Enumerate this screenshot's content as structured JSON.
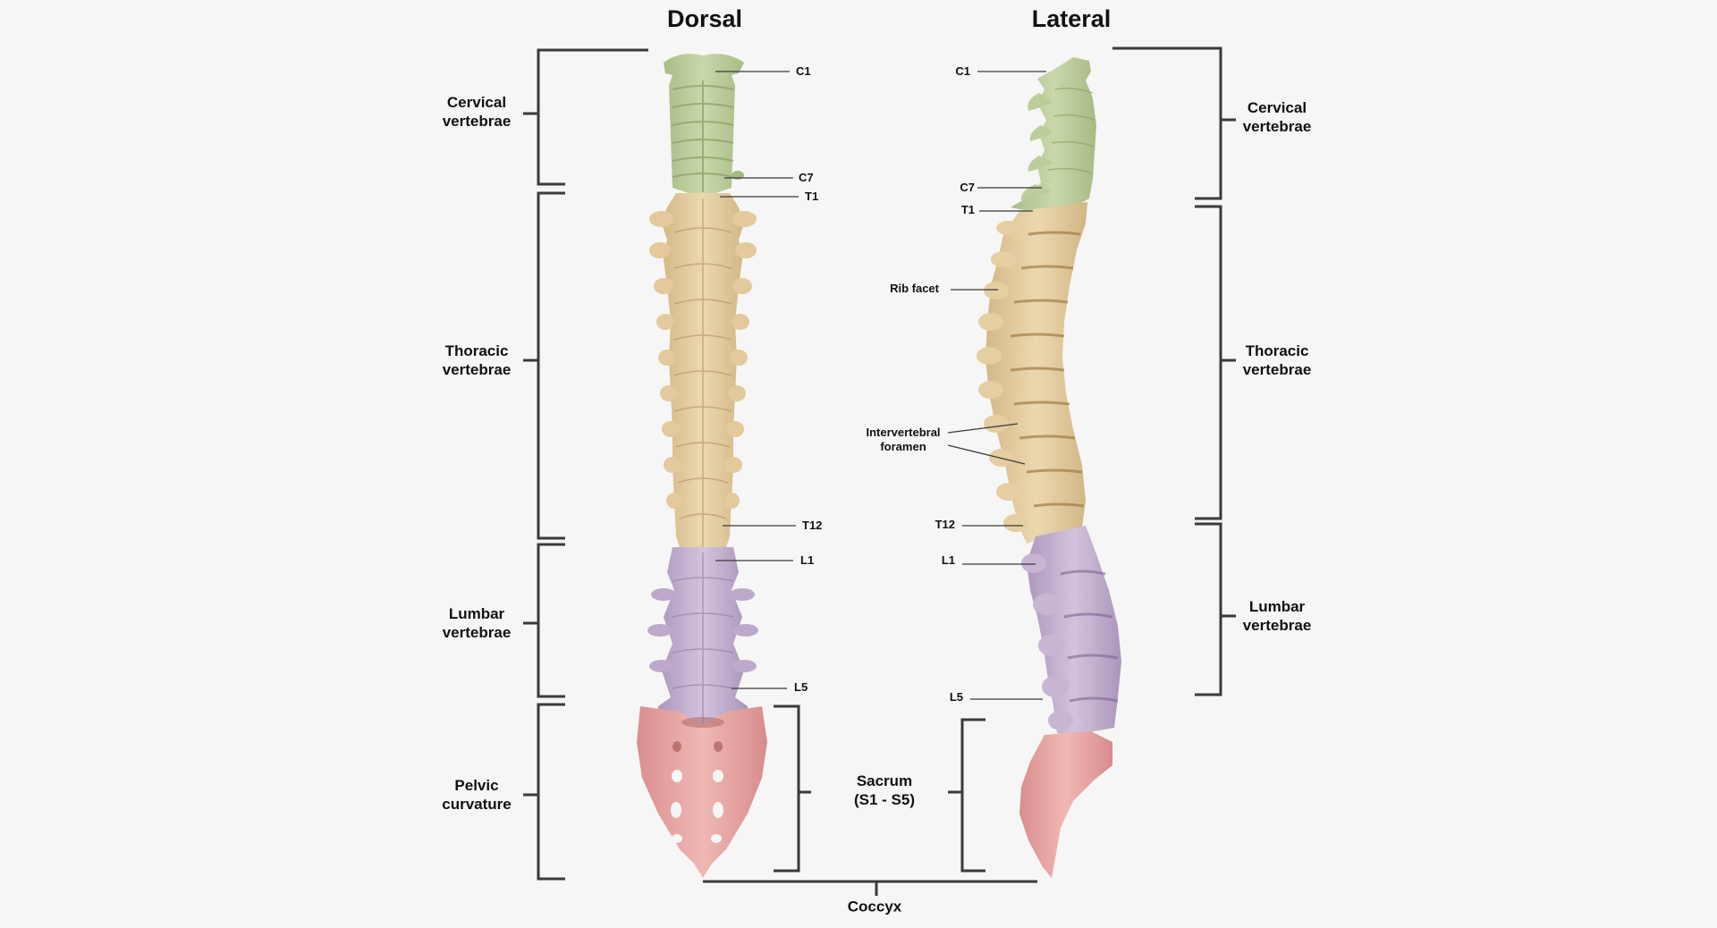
{
  "titles": {
    "dorsal": "Dorsal",
    "lateral": "Lateral"
  },
  "left_groups": [
    {
      "label_line1": "Cervical",
      "label_line2": "vertebrae"
    },
    {
      "label_line1": "Thoracic",
      "label_line2": "vertebrae"
    },
    {
      "label_line1": "Lumbar",
      "label_line2": "vertebrae"
    },
    {
      "label_line1": "Pelvic",
      "label_line2": "curvature"
    }
  ],
  "right_groups": [
    {
      "label_line1": "Cervical",
      "label_line2": "vertebrae"
    },
    {
      "label_line1": "Thoracic",
      "label_line2": "vertebrae"
    },
    {
      "label_line1": "Lumbar",
      "label_line2": "vertebrae"
    }
  ],
  "dorsal_labels": {
    "c1": "C1",
    "c7": "C7",
    "t1": "T1",
    "t12": "T12",
    "l1": "L1",
    "l5": "L5"
  },
  "lateral_labels": {
    "c1": "C1",
    "c7": "C7",
    "t1": "T1",
    "rib_facet": "Rib facet",
    "foramen_line1": "Intervertebral",
    "foramen_line2": "foramen",
    "t12": "T12",
    "l1": "L1",
    "l5": "L5"
  },
  "sacrum": {
    "line1": "Sacrum",
    "line2": "(S1 - S5)"
  },
  "coccyx": "Coccyx",
  "colors": {
    "background": "#f6f6f6",
    "cervical": "#bfcf9e",
    "thoracic": "#e3cc9f",
    "lumbar": "#c4b0cf",
    "sacrum": "#e8a4a4",
    "bracket": "#3a3a3a"
  }
}
